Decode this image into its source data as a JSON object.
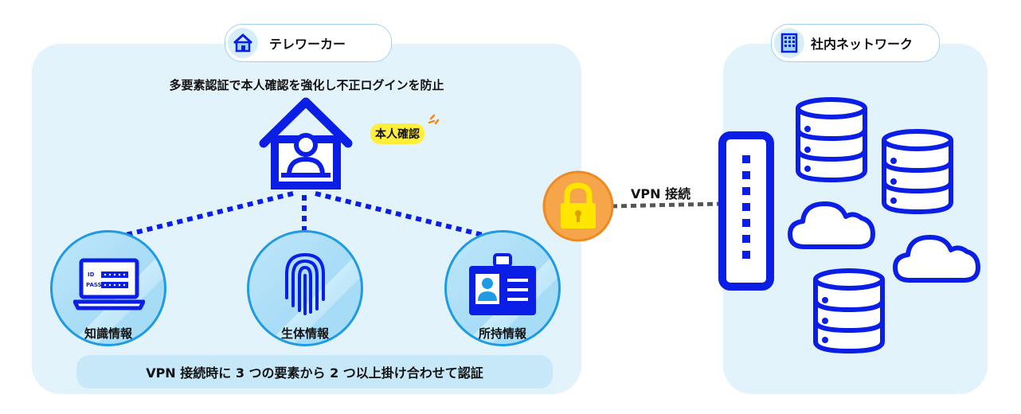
{
  "teleworker": {
    "title": "テレワーカー",
    "description": "多要素認証で本人確認を強化し不正ログインを防止",
    "badge": "本人確認",
    "factors": [
      {
        "label": "知識情報",
        "icon": "laptop-icon",
        "id_text": "ID",
        "pass_text": "PASS"
      },
      {
        "label": "生体情報",
        "icon": "fingerprint-icon"
      },
      {
        "label": "所持情報",
        "icon": "id-card-icon"
      }
    ],
    "bottom_note": "VPN 接続時に 3 つの要素から 2 つ以上掛け合わせて認証"
  },
  "connection": {
    "label": "VPN 接続",
    "icon": "lock-icon"
  },
  "network": {
    "title": "社内ネットワーク",
    "icons": [
      "building-icon",
      "switch-icon",
      "database-icon",
      "cloud-icon"
    ]
  },
  "colors": {
    "primary": "#0a1ee6",
    "accent_blue": "#1e9be3",
    "panel_bg": "#e3f3fb",
    "lock_orange": "#f7a54a",
    "lock_yellow": "#ffe600",
    "badge_yellow": "#ffef3a"
  }
}
